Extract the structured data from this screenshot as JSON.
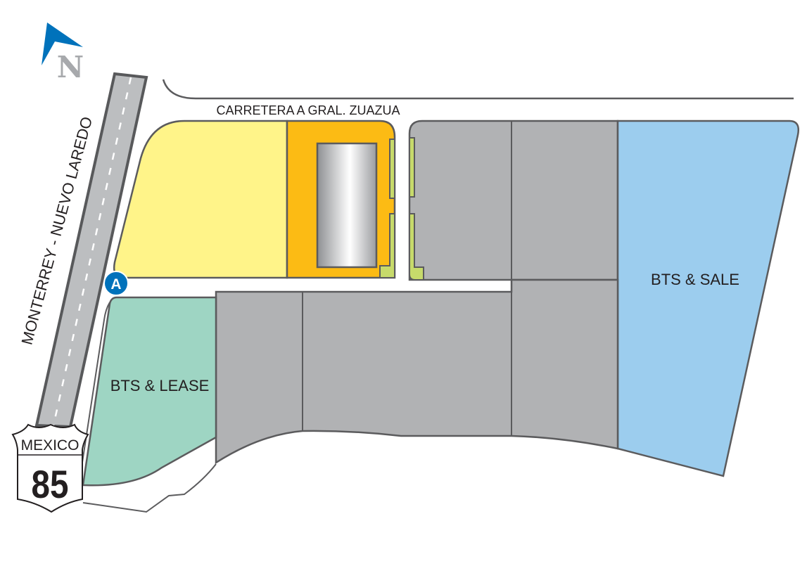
{
  "map": {
    "north_label": "N",
    "top_road_label": "CARRETERA A GRAL. ZUAZUA",
    "highway_label": "MONTERREY - NUEVO LAREDO",
    "marker_label": "A",
    "lease_lot_label": "BTS & LEASE",
    "sale_lot_label": "BTS & SALE",
    "shield": {
      "country": "MEXICO",
      "number": "85"
    }
  },
  "colors": {
    "yellow_lot": "#fff489",
    "orange_lot": "#fcbb14",
    "gray_lot": "#b1b2b4",
    "teal_lot": "#9ed5c3",
    "blue_lot": "#9ccdee",
    "green_strip": "#c7da6b",
    "accent_blue": "#0072bb",
    "outline": "#5b5b5d"
  }
}
